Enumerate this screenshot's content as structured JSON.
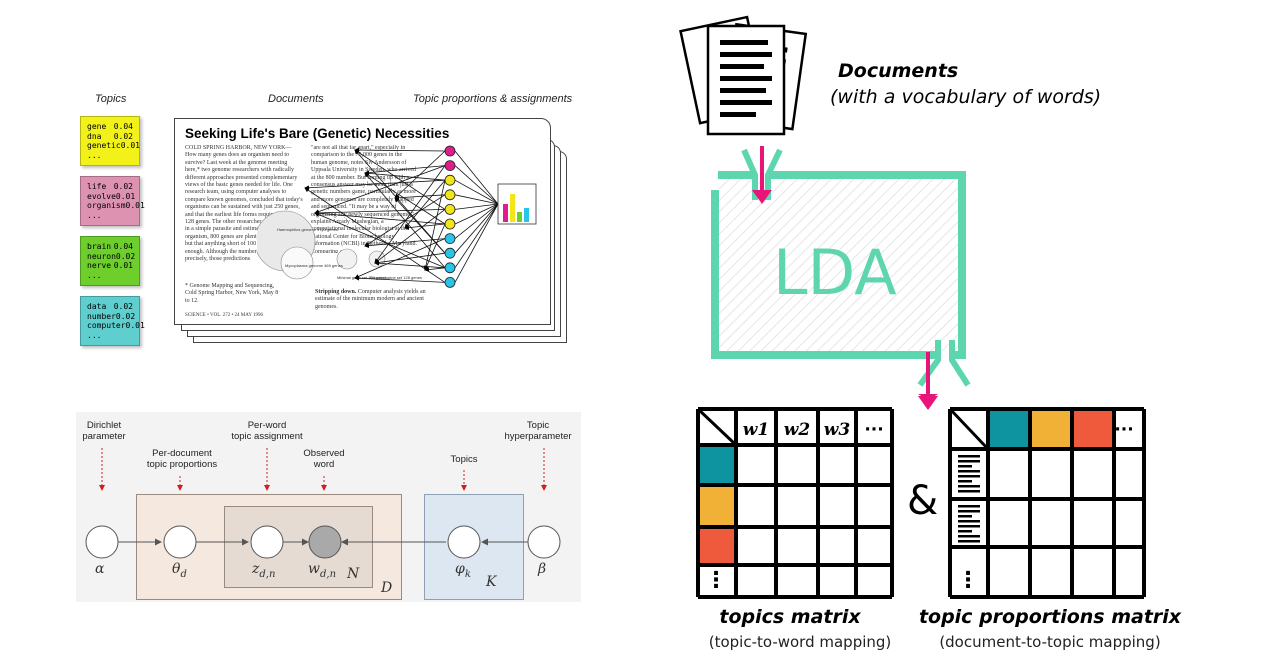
{
  "blei_figure": {
    "topics_header": "Topics",
    "documents_header": "Documents",
    "proportions_header": "Topic proportions & assignments",
    "topic_cards": [
      {
        "color": "#f2f21a",
        "words": [
          [
            "gene",
            "0.04"
          ],
          [
            "dna",
            "0.02"
          ],
          [
            "genetic",
            "0.01"
          ],
          [
            "...",
            ""
          ]
        ]
      },
      {
        "color": "#dd92b2",
        "words": [
          [
            "life",
            "0.02"
          ],
          [
            "evolve",
            "0.01"
          ],
          [
            "organism",
            "0.01"
          ],
          [
            "...",
            ""
          ]
        ]
      },
      {
        "color": "#6dce2c",
        "words": [
          [
            "brain",
            "0.04"
          ],
          [
            "neuron",
            "0.02"
          ],
          [
            "nerve",
            "0.01"
          ],
          [
            "...",
            ""
          ]
        ]
      },
      {
        "color": "#5fcece",
        "words": [
          [
            "data",
            "0.02"
          ],
          [
            "number",
            "0.02"
          ],
          [
            "computer",
            "0.01"
          ],
          [
            "...",
            ""
          ]
        ]
      }
    ],
    "article": {
      "title": "Seeking Life's Bare (Genetic) Necessities",
      "dateline": "COLD SPRING HARBOR, NEW YORK—",
      "col1": "How many genes does an organism need to survive? Last week at the genome meeting here,* two genome researchers with radically different approaches presented complementary views of the basic genes needed for life. One research team, using computer analyses to compare known genomes, concluded that today's organisms can be sustained with just 250 genes, and that the earliest life forms required a mere 128 genes. The other researcher mapped genes in a simple parasite and estimated that for this organism, 800 genes are plenty to do the job—but that anything short of 100 wouldn't be enough. Although the numbers don't match precisely, those predictions",
      "col2": "\"are not all that far apart,\" especially in comparison to the 75,000 genes in the human genome, notes Siv Andersson of Uppsala University in Sweden, who arrived at the 800 number. But coming up with a consensus answer may be more than just a genetic numbers game, particularly as more and more genomes are completely mapped and sequenced. \"It may be a way of organizing any newly sequenced genome,\" explains Arcady Mushegian, a computational molecular biologist at the National Center for Biotechnology Information (NCBI) in Bethesda, Maryland. Comparing an",
      "footnote": "* Genome Mapping and Sequencing, Cold Spring Harbor, New York, May 8 to 12.",
      "footer": "SCIENCE • VOL. 272 • 24 MAY 1996",
      "fig_caption_bold": "Stripping down.",
      "fig_caption_rest": " Computer analysis yields an estimate of the minimum modern and ancient genomes.",
      "fig_labels": [
        "Haemophilus genome 1703 genes",
        "Mycoplasma genome 469 genes",
        "Minimal gene set 250 genes",
        "Ancestral gene set 128 genes"
      ]
    }
  },
  "graphical_model": {
    "labels": {
      "dirichlet": [
        "Dirichlet",
        "parameter"
      ],
      "per_doc": [
        "Per-document",
        "topic proportions"
      ],
      "per_word": [
        "Per-word",
        "topic assignment"
      ],
      "observed": [
        "Observed",
        "word"
      ],
      "topics": [
        "Topics"
      ],
      "topic_hyper": [
        "Topic",
        "hyperparameter"
      ]
    },
    "nodes": [
      "α",
      "θ",
      "z",
      "w",
      "φ",
      "β"
    ],
    "node_subscripts": {
      "theta": "d",
      "z": "d,n",
      "w": "d,n",
      "phi": "k"
    },
    "plates": {
      "N": "N",
      "D": "D",
      "K": "K"
    }
  },
  "lda_pipeline": {
    "documents_title": "Documents",
    "documents_subtitle": "(with a vocabulary of words)",
    "model_label": "LDA",
    "ampersand": "&",
    "topics_matrix": {
      "col_headers": [
        "w1",
        "w2",
        "w3",
        "···"
      ],
      "row_colors": [
        "#0e93a0",
        "#f1b136",
        "#ef5a3c"
      ],
      "title": "topics matrix",
      "subtitle": "(topic-to-word mapping)"
    },
    "proportions_matrix": {
      "col_colors": [
        "#0e93a0",
        "#f1b136",
        "#ef5a3c"
      ],
      "col_ellipsis": "···",
      "title": "topic proportions matrix",
      "subtitle": "(document-to-topic mapping)"
    },
    "ellipsis_vertical": "⋮",
    "colors": {
      "lda_frame": "#5dd6b0",
      "arrow": "#e8147a"
    }
  }
}
